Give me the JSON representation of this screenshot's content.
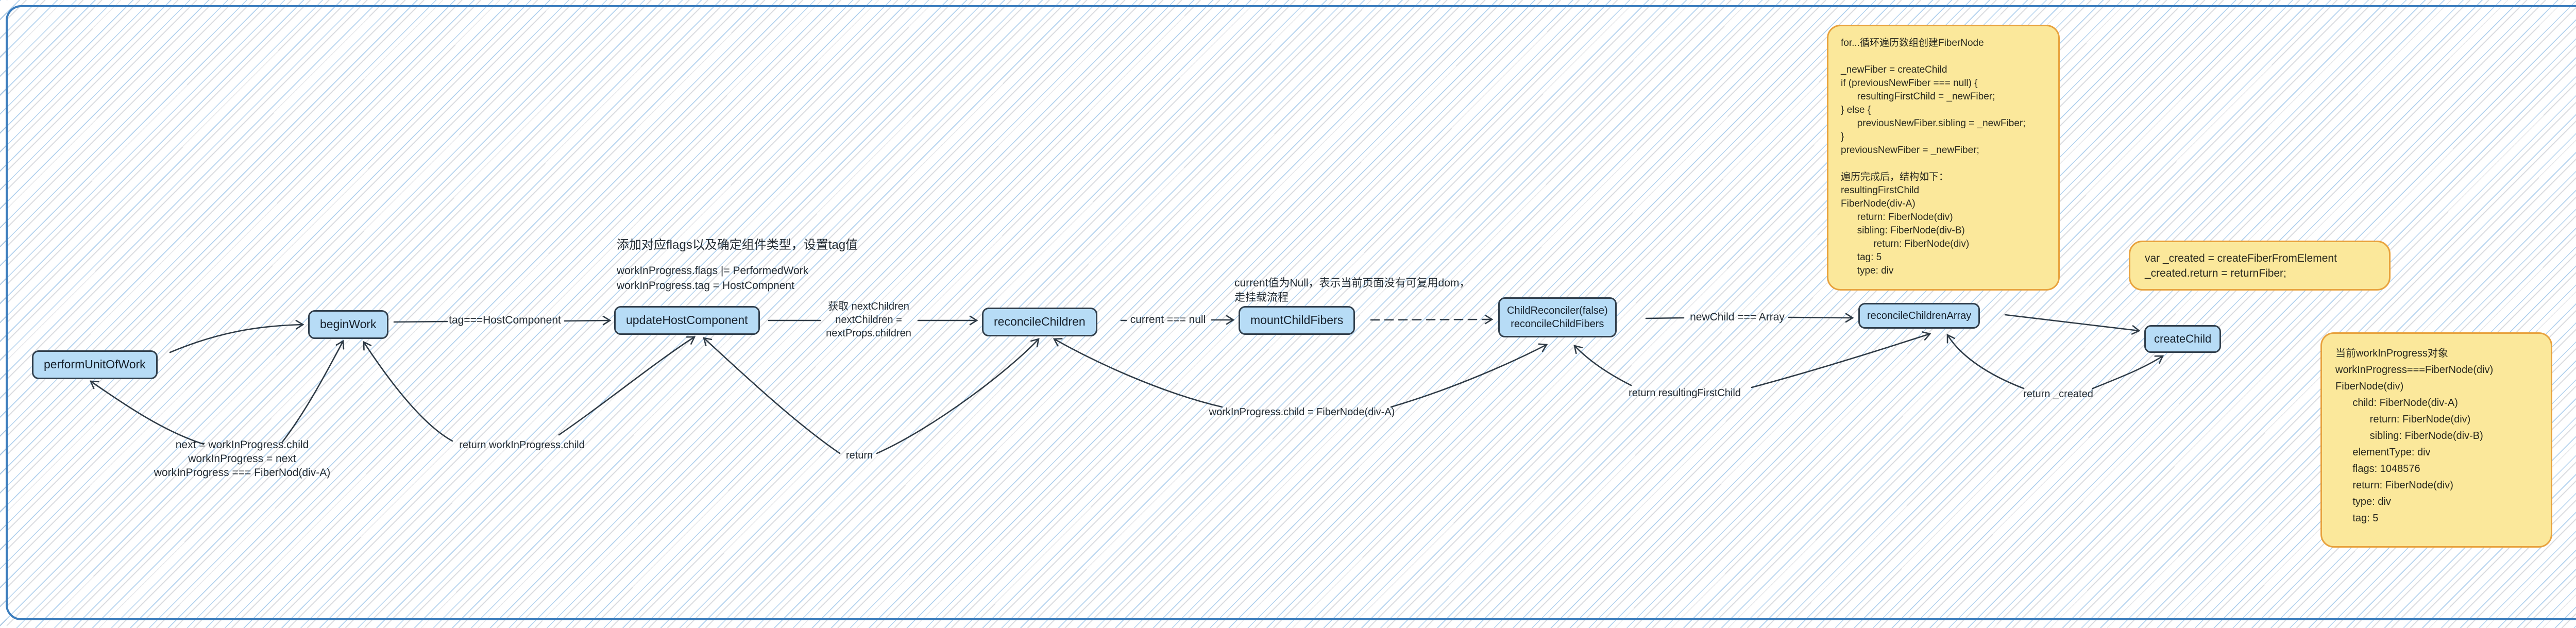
{
  "colors": {
    "canvas_stripe_blue": "#7db2e2",
    "canvas_stripe_gray": "#9ea2ac",
    "panel_border": "#3b7dbd",
    "node_fill": "#b7dcf6",
    "node_border": "#32404d",
    "note_fill": "#fbe89b",
    "note_border": "#e8a23d",
    "arrow": "#2f3b46"
  },
  "nodes": [
    {
      "id": "performUnitOfWork",
      "label": "performUnitOfWork"
    },
    {
      "id": "beginWork",
      "label": "beginWork"
    },
    {
      "id": "updateHostComponent",
      "label": "updateHostComponent"
    },
    {
      "id": "reconcileChildren",
      "label": "reconcileChildren"
    },
    {
      "id": "mountChildFibers",
      "label": "mountChildFibers"
    },
    {
      "id": "ChildReconciler",
      "label": "ChildReconciler(false)\nreconcileChildFibers"
    },
    {
      "id": "reconcileChildrenArray",
      "label": "reconcileChildrenArray"
    },
    {
      "id": "createChild",
      "label": "createChild"
    }
  ],
  "labels": {
    "tag_check": "tag===HostComponent",
    "get_next_children": "获取 nextChildren\nnextChildren =\nnextProps.children",
    "current_null": "current === null",
    "newchild_array": "newChild === Array",
    "next_assign": "next = workInProgress.child\nworkInProgress = next\nworkInProgress === FiberNod(div-A)",
    "return_child": "return workInProgress.child",
    "return_only": "return",
    "wip_child_assign": "workInProgress.child = FiberNode(div-A)",
    "return_resulting": "return resultingFirstChild",
    "return_created": "return _created"
  },
  "annotations": {
    "flags_title": "添加对应flags以及确定组件类型，设置tag值",
    "flags_line1": "workInProgress.flags |= PerformedWork",
    "flags_line2": "workInProgress.tag = HostCompnent",
    "current_null_note": "current值为Null，表示当前页面没有可复用dom，\n走挂载流程"
  },
  "notes": {
    "loop": "for...循环遍历数组创建FiberNode\n\n_newFiber = createChild\nif (previousNewFiber === null) {\n      resultingFirstChild = _newFiber;\n} else {\n      previousNewFiber.sibling = _newFiber;\n}\npreviousNewFiber = _newFiber;\n\n遍历完成后，结构如下：\nresultingFirstChild\nFiberNode(div-A)\n      return: FiberNode(div)\n      sibling: FiberNode(div-B)\n            return: FiberNode(div)\n      tag: 5\n      type: div",
    "created": "var _created = createFiberFromElement\n_created.return = returnFiber;",
    "wip": "当前workInProgress对象\nworkInProgress===FiberNode(div)\nFiberNode(div)\n      child: FiberNode(div-A)\n            return: FiberNode(div)\n            sibling: FiberNode(div-B)\n      elementType: div\n      flags: 1048576\n      return: FiberNode(div)\n      type: div\n      tag: 5"
  }
}
